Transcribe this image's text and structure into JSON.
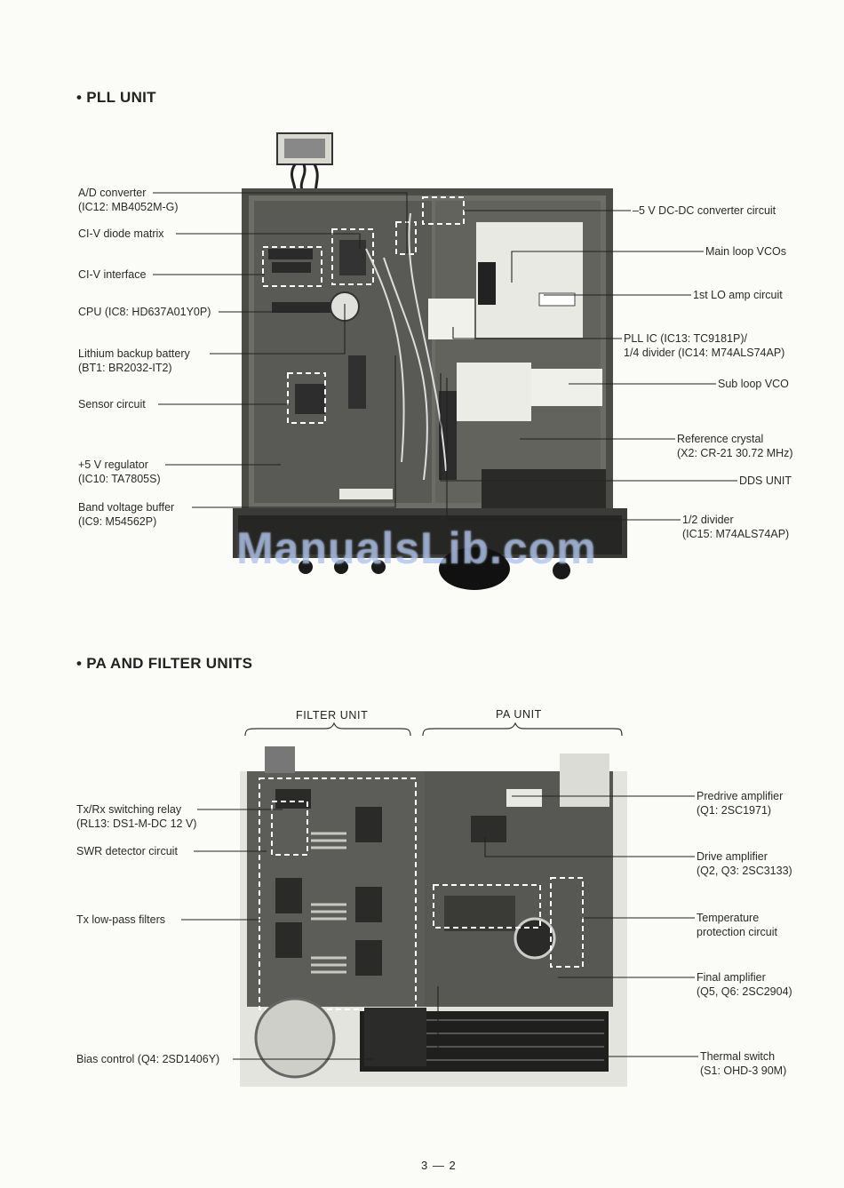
{
  "pll": {
    "heading": "• PLL UNIT",
    "left_labels": [
      {
        "l1": "A/D converter",
        "l2": "(IC12: MB4052M-G)"
      },
      {
        "l1": "CI-V diode matrix",
        "l2": ""
      },
      {
        "l1": "CI-V interface",
        "l2": ""
      },
      {
        "l1": "CPU (IC8: HD637A01Y0P)",
        "l2": ""
      },
      {
        "l1": "Lithium backup battery",
        "l2": "(BT1: BR2032-IT2)"
      },
      {
        "l1": "Sensor circuit",
        "l2": ""
      },
      {
        "l1": "+5 V regulator",
        "l2": "(IC10: TA7805S)"
      },
      {
        "l1": "Band voltage buffer",
        "l2": "(IC9: M54562P)"
      }
    ],
    "right_labels": [
      {
        "l1": "–5 V DC-DC converter circuit",
        "l2": ""
      },
      {
        "l1": "Main loop VCOs",
        "l2": ""
      },
      {
        "l1": "1st LO amp circuit",
        "l2": ""
      },
      {
        "l1": "PLL IC (IC13: TC9181P)/",
        "l2": "1/4 divider (IC14: M74ALS74AP)"
      },
      {
        "l1": "Sub loop VCO",
        "l2": ""
      },
      {
        "l1": "Reference crystal",
        "l2": "(X2: CR-21 30.72 MHz)"
      },
      {
        "l1": "DDS UNIT",
        "l2": ""
      },
      {
        "l1": "1/2 divider",
        "l2": "(IC15: M74ALS74AP)"
      }
    ]
  },
  "watermark": "ManualsLib.com",
  "pa": {
    "heading": "• PA AND FILTER UNITS",
    "filter_unit_label": "FILTER UNIT",
    "pa_unit_label": "PA UNIT",
    "left_labels": [
      {
        "l1": "Tx/Rx switching relay",
        "l2": "(RL13: DS1-M-DC 12 V)"
      },
      {
        "l1": "SWR detector circuit",
        "l2": ""
      },
      {
        "l1": "Tx low-pass filters",
        "l2": ""
      },
      {
        "l1": "Bias control (Q4: 2SD1406Y)",
        "l2": ""
      }
    ],
    "right_labels": [
      {
        "l1": "Predrive amplifier",
        "l2": "(Q1: 2SC1971)"
      },
      {
        "l1": "Drive amplifier",
        "l2": "(Q2, Q3: 2SC3133)"
      },
      {
        "l1": "Temperature",
        "l2": "protection circuit"
      },
      {
        "l1": "Final amplifier",
        "l2": "(Q5, Q6: 2SC2904)"
      },
      {
        "l1": "Thermal switch",
        "l2": "(S1: OHD-3 90M)"
      }
    ]
  },
  "page_number": "3 — 2"
}
